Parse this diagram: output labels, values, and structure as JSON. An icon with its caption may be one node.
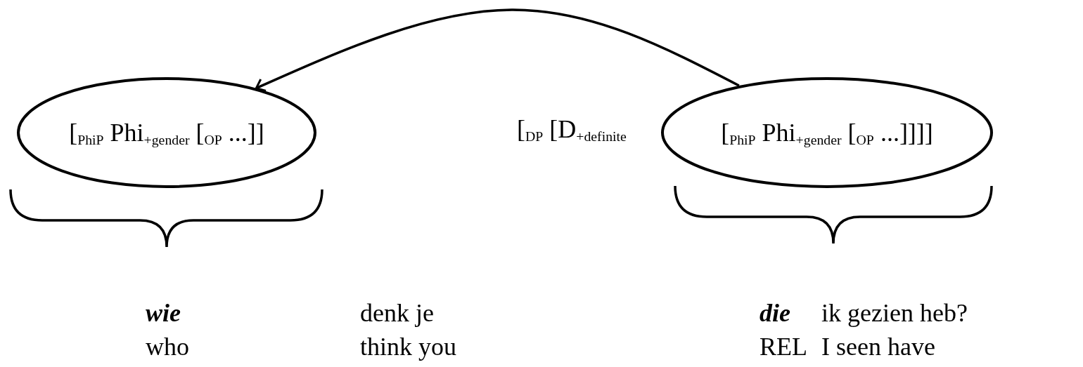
{
  "diagram": {
    "nodes": [
      {
        "text": [
          "[$_{PhiP}$ Phi$_{+gender}$ [$_{OP}$ ...]]"
        ]
      },
      {
        "text": [
          "[$_{PhiP}$ Phi$_{+gender}$ [$_{OP}$ ...]]]]"
        ]
      }
    ],
    "edges": [
      {
        "from": 1,
        "to": 0,
        "arrow": "to"
      }
    ],
    "labels": [
      "[$_{DP}$ [D$_{+definite}$",
      "wie",
      "denk je",
      "die",
      "ik gezien heb?",
      "who",
      "think you",
      "REL",
      "I seen have"
    ]
  }
}
